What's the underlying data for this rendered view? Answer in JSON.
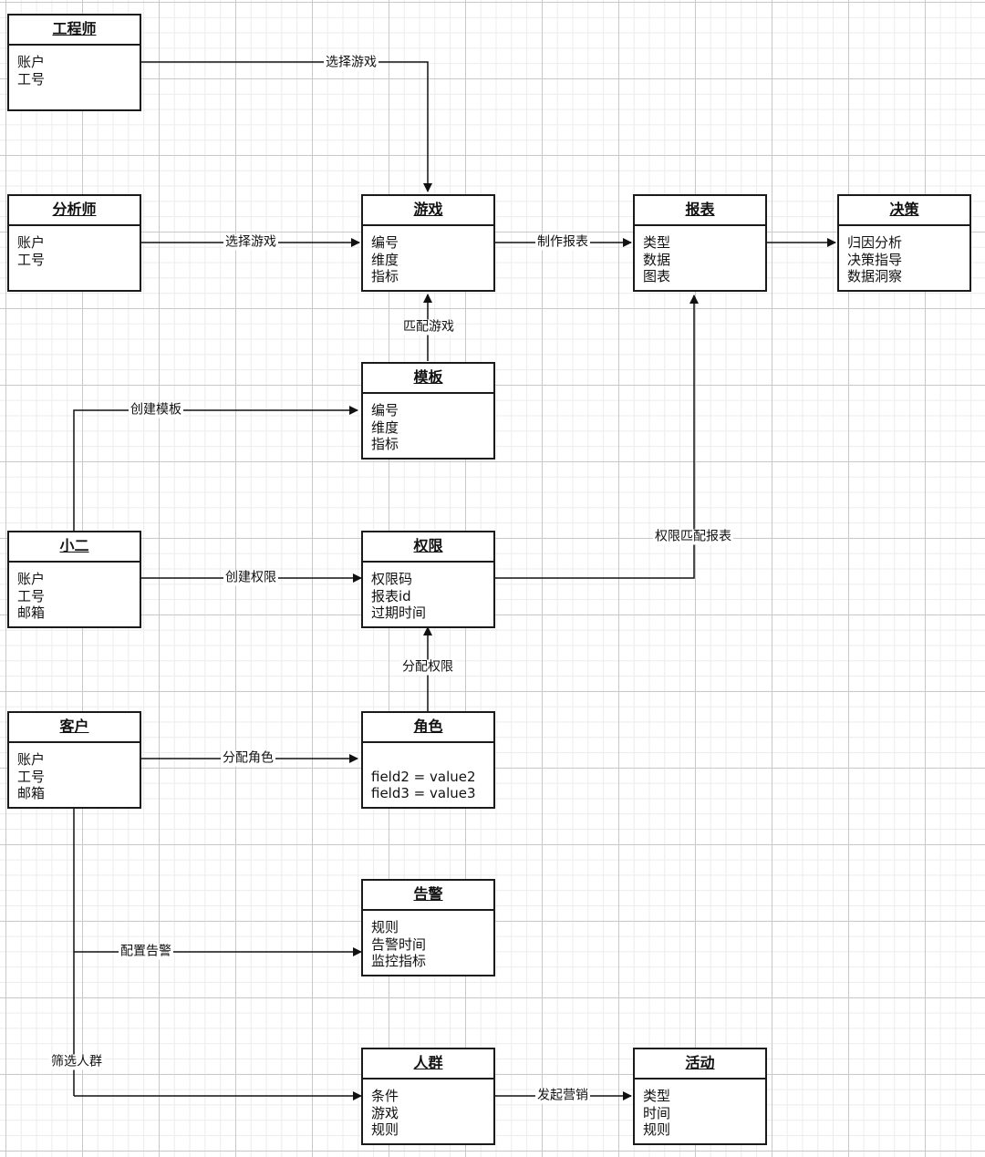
{
  "entities": {
    "engineer": {
      "title": "工程师",
      "fields": [
        "账户",
        "工号"
      ]
    },
    "analyst": {
      "title": "分析师",
      "fields": [
        "账户",
        "工号"
      ]
    },
    "game": {
      "title": "游戏",
      "fields": [
        "编号",
        "维度",
        "指标"
      ]
    },
    "report": {
      "title": "报表",
      "fields": [
        "类型",
        "数据",
        "图表"
      ]
    },
    "decision": {
      "title": "决策",
      "fields": [
        "归因分析",
        "决策指导",
        "数据洞察"
      ]
    },
    "template": {
      "title": "模板",
      "fields": [
        "编号",
        "维度",
        "指标"
      ]
    },
    "xiaoer": {
      "title": "小二",
      "fields": [
        "账户",
        "工号",
        "邮箱"
      ]
    },
    "permission": {
      "title": "权限",
      "fields": [
        "权限码",
        "报表id",
        "过期时间"
      ]
    },
    "customer": {
      "title": "客户",
      "fields": [
        "账户",
        "工号",
        "邮箱"
      ]
    },
    "role": {
      "title": "角色",
      "fields": [
        "",
        "field2 = value2",
        "field3 = value3"
      ]
    },
    "alert": {
      "title": "告警",
      "fields": [
        "规则",
        "告警时间",
        "监控指标"
      ]
    },
    "crowd": {
      "title": "人群",
      "fields": [
        "条件",
        "游戏",
        "规则"
      ]
    },
    "activity": {
      "title": "活动",
      "fields": [
        "类型",
        "时间",
        "规则"
      ]
    }
  },
  "edges": {
    "engineer_game": "选择游戏",
    "analyst_game": "选择游戏",
    "game_report": "制作报表",
    "template_game": "匹配游戏",
    "xiaoer_template": "创建模板",
    "xiaoer_permission": "创建权限",
    "permission_report": "权限匹配报表",
    "role_permission": "分配权限",
    "customer_role": "分配角色",
    "customer_alert": "配置告警",
    "customer_crowd": "筛选人群",
    "crowd_activity": "发起营销"
  }
}
